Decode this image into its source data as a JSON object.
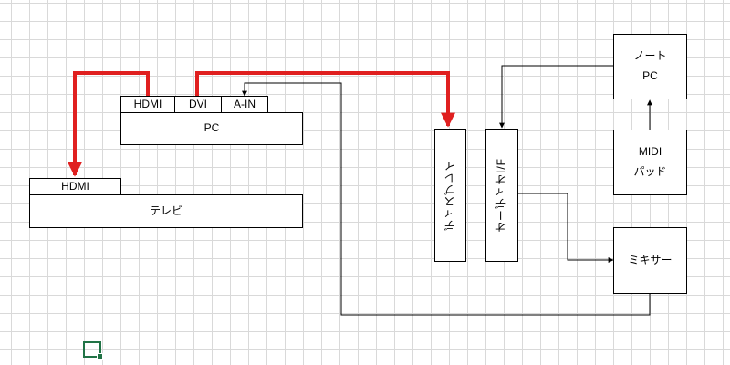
{
  "pc": {
    "label": "PC",
    "ports": {
      "hdmi": "HDMI",
      "dvi": "DVI",
      "ain": "A-IN"
    }
  },
  "tv": {
    "label": "テレビ",
    "port_hdmi": "HDMI"
  },
  "display": {
    "label": "ディスプレイ"
  },
  "audio_if": {
    "label": "オーディオI/F"
  },
  "notebook": {
    "line1": "ノート",
    "line2": "PC"
  },
  "midi_pad": {
    "line1": "MIDI",
    "line2": "パッド"
  },
  "mixer": {
    "label": "ミキサー"
  },
  "colors": {
    "video_link": "#e02020",
    "audio_link": "#000000",
    "grid": "#d9d9d9",
    "cell_cursor": "#217346"
  }
}
